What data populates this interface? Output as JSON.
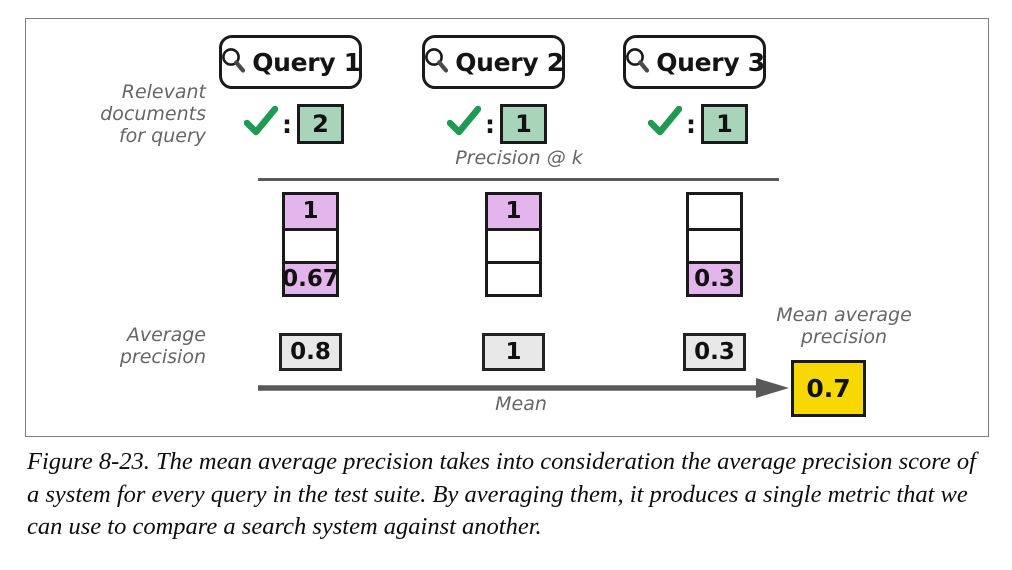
{
  "figure": {
    "caption": "Figure 8-23. The mean average precision takes into consideration the average precision score of a system for every query in the test suite. By averaging them, it produces a single metric that we can use to compare a search system against another.",
    "labels": {
      "relevant_docs": "Relevant\ndocuments\nfor query",
      "precision_at_k": "Precision @ k",
      "average_precision": "Average\nprecision",
      "mean_average_precision": "Mean average\nprecision",
      "mean_arrow": "Mean"
    },
    "colors": {
      "green_fill": "#a8d5b9",
      "purple_fill": "#e3b5ec",
      "gray_fill": "#e8e8e8",
      "yellow_fill": "#f7d803",
      "stroke": "#1a1a1a",
      "annotation_text": "#666666",
      "frame_border": "#808080",
      "check_green": "#1f9a54"
    },
    "icons": {
      "search": "magnifier-icon",
      "check": "check-mark-icon",
      "arrow": "right-arrow-icon"
    },
    "columns": [
      {
        "query_label": "Query 1",
        "relevant_count": "2",
        "precision_cells": [
          {
            "value": "1",
            "filled": true
          },
          {
            "value": "",
            "filled": false
          },
          {
            "value": "0.67",
            "filled": true
          }
        ],
        "average_precision": "0.8"
      },
      {
        "query_label": "Query 2",
        "relevant_count": "1",
        "precision_cells": [
          {
            "value": "1",
            "filled": true
          },
          {
            "value": "",
            "filled": false
          },
          {
            "value": "",
            "filled": false
          }
        ],
        "average_precision": "1"
      },
      {
        "query_label": "Query 3",
        "relevant_count": "1",
        "precision_cells": [
          {
            "value": "",
            "filled": false
          },
          {
            "value": "",
            "filled": false
          },
          {
            "value": "0.3",
            "filled": true
          }
        ],
        "average_precision": "0.3"
      }
    ],
    "result": {
      "mean_average_precision_value": "0.7"
    }
  }
}
